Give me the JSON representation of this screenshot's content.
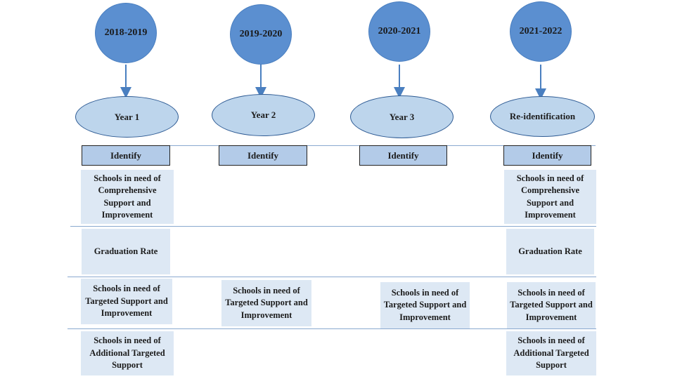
{
  "years": [
    {
      "school_year": "2018-2019",
      "year_label": "Year 1",
      "identify": "Identify"
    },
    {
      "school_year": "2019-2020",
      "year_label": "Year 2",
      "identify": "Identify"
    },
    {
      "school_year": "2020-2021",
      "year_label": "Year 3",
      "identify": "Identify"
    },
    {
      "school_year": "2021-2022",
      "year_label": "Re-identification",
      "identify": "Identify"
    }
  ],
  "rows": {
    "comprehensive": "Schools in need of Comprehensive Support and Improvement",
    "graduation": "Graduation Rate",
    "targeted": "Schools in need of Targeted Support and Improvement",
    "additional": "Schools in need of Additional Targeted Support"
  },
  "colors": {
    "circle": "#5b8fd0",
    "ellipse": "#bdd5ec",
    "identify": "#b3cbe8",
    "cell": "#dde8f4",
    "arrow": "#4a7fc0"
  }
}
